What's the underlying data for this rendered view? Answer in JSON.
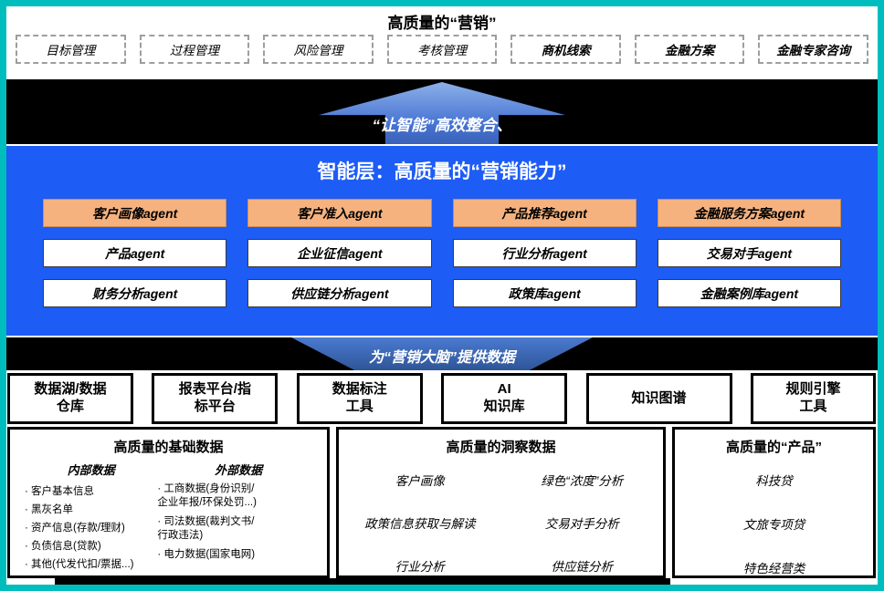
{
  "top": {
    "title": "高质量的“营销”",
    "items": [
      "目标管理",
      "过程管理",
      "风险管理",
      "考核管理",
      "商机线索",
      "金融方案",
      "金融专家咨询"
    ]
  },
  "integration_band": {
    "text": "“让智能”高效整合、"
  },
  "intelligence_layer": {
    "title": "智能层：高质量的“营销能力”",
    "agents": [
      "客户画像agent",
      "客户准入agent",
      "产品推荐agent",
      "金融服务方案agent",
      "产品agent",
      "企业征信agent",
      "行业分析agent",
      "交易对手agent",
      "财务分析agent",
      "供应链分析agent",
      "政策库agent",
      "金融案例库agent"
    ]
  },
  "data_band": {
    "text": "为“营销大脑”提供数据"
  },
  "tools": [
    "数据湖/数据\n仓库",
    "报表平台/指\n标平台",
    "数据标注\n工具",
    "AI\n知识库",
    "知识图谱",
    "规则引擎\n工具"
  ],
  "base_data": {
    "title": "高质量的基础数据",
    "internal": {
      "header": "内部数据",
      "items": [
        "客户基本信息",
        "黑灰名单",
        "资产信息(存款/理财)",
        "负债信息(贷款)",
        "其他(代发代扣/票据...)"
      ]
    },
    "external": {
      "header": "外部数据",
      "items": [
        "工商数据(身份识别/\n企业年报/环保处罚...)",
        "司法数据(裁判文书/\n行政违法)",
        "电力数据(国家电网)"
      ]
    }
  },
  "insight_data": {
    "title": "高质量的洞察数据",
    "items": [
      "客户画像",
      "绿色“浓度”分析",
      "政策信息获取与解读",
      "交易对手分析",
      "行业分析",
      "供应链分析"
    ]
  },
  "products": {
    "title": "高质量的“产品”",
    "items": [
      "科技贷",
      "文旅专项贷",
      "特色经营类"
    ]
  },
  "colors": {
    "accent_blue": "#1d5cf5",
    "agent_orange": "#f5b27f",
    "arrow_blue": "#4572d2",
    "frame_teal": "#00bdbd",
    "band_black": "#000000"
  }
}
